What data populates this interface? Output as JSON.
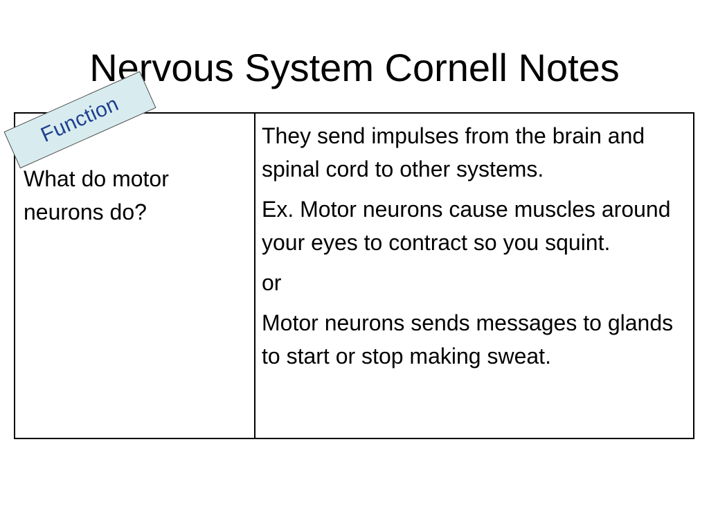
{
  "slide": {
    "title": "Nervous System Cornell Notes",
    "tag": {
      "label": "Function",
      "background": "#d8ecef",
      "text_color": "#1f3f8f"
    },
    "cue": "What do motor neurons do?",
    "notes": [
      "They send impulses from the brain and spinal cord to other systems.",
      "Ex.  Motor neurons cause muscles around your eyes to contract so you squint.",
      "or",
      "Motor neurons sends messages to glands to start or stop making sweat."
    ]
  }
}
